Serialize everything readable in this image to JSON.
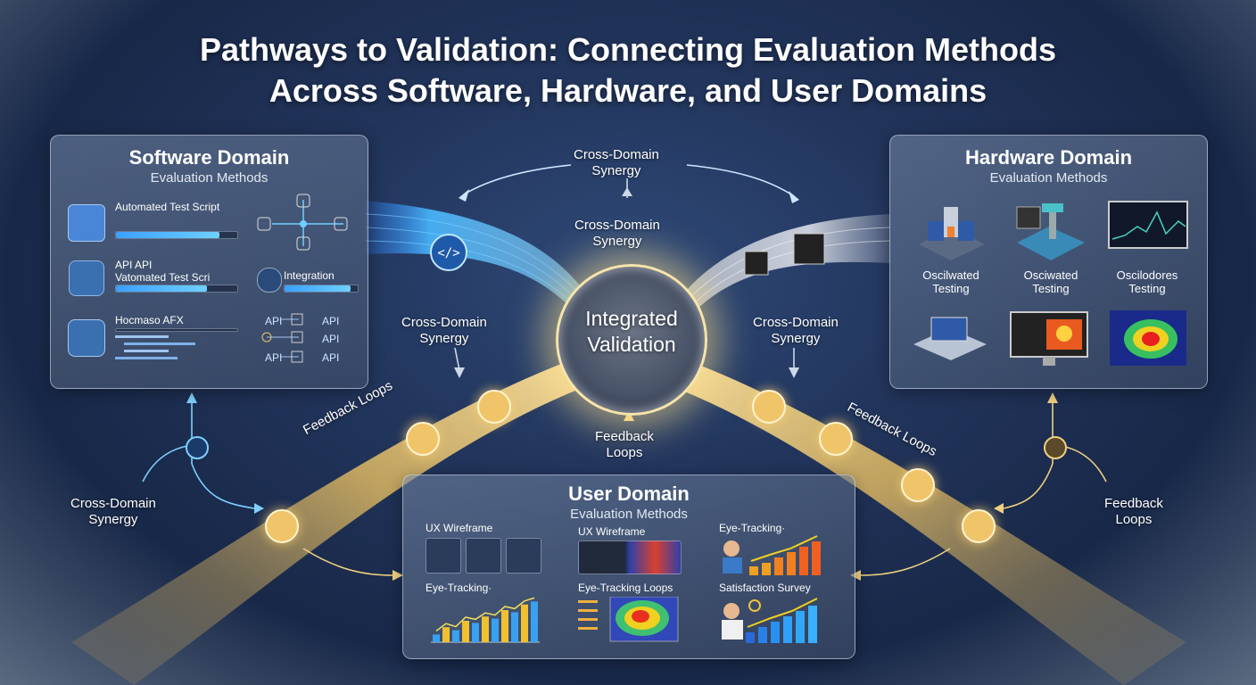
{
  "title": {
    "line1": "Pathways to Validation: Connecting Evaluation Methods",
    "line2": "Across Software, Hardware, and User Domains"
  },
  "center": {
    "line1": "Integrated",
    "line2": "Validation"
  },
  "software": {
    "title": "Software Domain",
    "subtitle": "Evaluation Methods",
    "items": [
      {
        "label": "Automated Test Script",
        "progress": 0.85
      },
      {
        "label": "API API",
        "label2": "Vatomated Test Scri",
        "progress": 0.75
      },
      {
        "label": "Hocmaso AFX"
      }
    ],
    "integration_label": "Integration",
    "integration_progress": 0.9,
    "api_labels": [
      "API",
      "API",
      "API",
      "API",
      "API"
    ]
  },
  "hardware": {
    "title": "Hardware Domain",
    "subtitle": "Evaluation Methods",
    "captions": [
      {
        "line1": "Oscilwated",
        "line2": "Testing"
      },
      {
        "line1": "Osciwated",
        "line2": "Testing"
      },
      {
        "line1": "Oscilodores",
        "line2": "Testing"
      }
    ]
  },
  "user": {
    "title": "User Domain",
    "subtitle": "Evaluation Methods",
    "labels": {
      "wireframe_left": "UX Wireframe",
      "wireframe_mid": "UX Wireframe",
      "eye_tracking_right": "Eye-Tracking·",
      "eye_tracking_left": "Eye-Tracking·",
      "eye_tracking_loops": "Eye-Tracking Loops",
      "satisfaction": "Satisfaction Survey"
    },
    "bar_chart_values": [
      0.18,
      0.35,
      0.28,
      0.5,
      0.45,
      0.6,
      0.55,
      0.75,
      0.7,
      0.88,
      0.95
    ]
  },
  "flows": {
    "top": {
      "line1": "Cross-Domain",
      "line2": "Synergy"
    },
    "upper_mid": {
      "line1": "Cross-Domain",
      "line2": "Synergy"
    },
    "left_mid": {
      "line1": "Cross-Domain",
      "line2": "Synergy"
    },
    "right_mid": {
      "line1": "Cross-Domain",
      "line2": "Synergy"
    },
    "bottom_left": {
      "line1": "Cross-Domain",
      "line2": "Synergy"
    },
    "center_bottom": {
      "line1": "Feedback",
      "line2": "Loops"
    },
    "bottom_right": {
      "line1": "Feedback",
      "line2": "Loops"
    },
    "path_left": "Feedback Loops",
    "path_right": "Feedback Loops"
  },
  "colors": {
    "software_stream": "#3aa8ff",
    "hardware_stream": "#c8ccd6",
    "feedback_path": "#f0c56a",
    "background": "#1e3157"
  },
  "icons": {
    "code": "code-brackets-icon",
    "person": "person-icon",
    "chip": "microchip-icon"
  }
}
